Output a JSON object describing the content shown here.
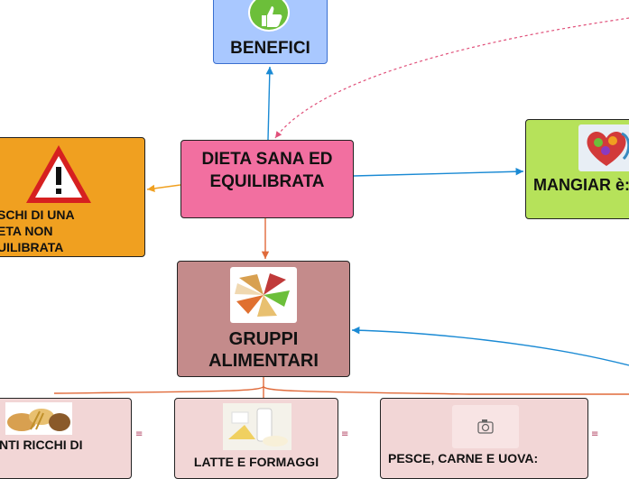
{
  "nodes": {
    "benefici": {
      "label": "BENEFICI",
      "icon": "thumbs-up-icon",
      "color": "#a9c8ff"
    },
    "dieta": {
      "label": "DIETA SANA ED EQUILIBRATA",
      "color": "#f26fa0"
    },
    "rischi": {
      "label": "SCHI DI UNA ETA NON UILIBRATA",
      "icon": "warning-icon",
      "color": "#f0a020"
    },
    "mangiar": {
      "label": "MANGIAR è:",
      "icon": "healthy-food-heart-image",
      "color": "#b6e25a"
    },
    "gruppi": {
      "label": "GRUPPI ALIMENTARI",
      "icon": "food-pyramid-image",
      "color": "#c48b8b"
    },
    "cereali": {
      "label": "NTI RICCHI DI",
      "icon": "bread-cereals-image",
      "color": "#f2d6d6"
    },
    "latte": {
      "label": "LATTE E FORMAGGI",
      "icon": "dairy-products-image",
      "color": "#f2d6d6"
    },
    "pesce": {
      "label": "PESCE, CARNE E UOVA:",
      "icon": "camera-icon",
      "color": "#f2d6d6"
    }
  },
  "colors": {
    "blue_link": "#1a8ad4",
    "orange_link": "#e06a3a",
    "dashed_link": "#e0507a"
  }
}
